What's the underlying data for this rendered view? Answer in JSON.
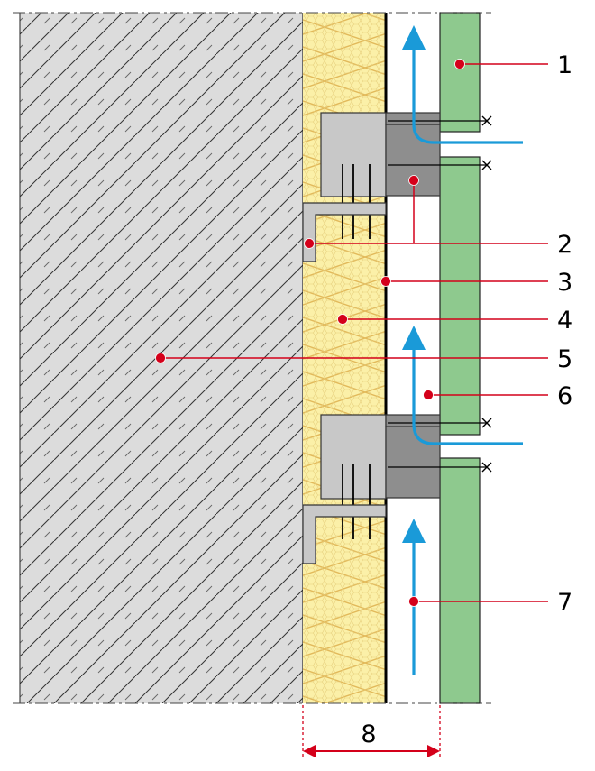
{
  "diagram": {
    "callouts": [
      {
        "id": "1",
        "label": "1"
      },
      {
        "id": "2",
        "label": "2"
      },
      {
        "id": "3",
        "label": "3"
      },
      {
        "id": "4",
        "label": "4"
      },
      {
        "id": "5",
        "label": "5"
      },
      {
        "id": "6",
        "label": "6"
      },
      {
        "id": "7",
        "label": "7"
      }
    ],
    "dimension_label": "8",
    "colors": {
      "concrete": "#dcdcdc",
      "insulation": "#fbf0a8",
      "cladding": "#8ec98e",
      "bracket": "#c8c8c8",
      "bracket_dark": "#8e8e8e",
      "airflow_arrow": "#1a9ad8",
      "leader_line": "#d4001a",
      "membrane": "#000000"
    }
  }
}
